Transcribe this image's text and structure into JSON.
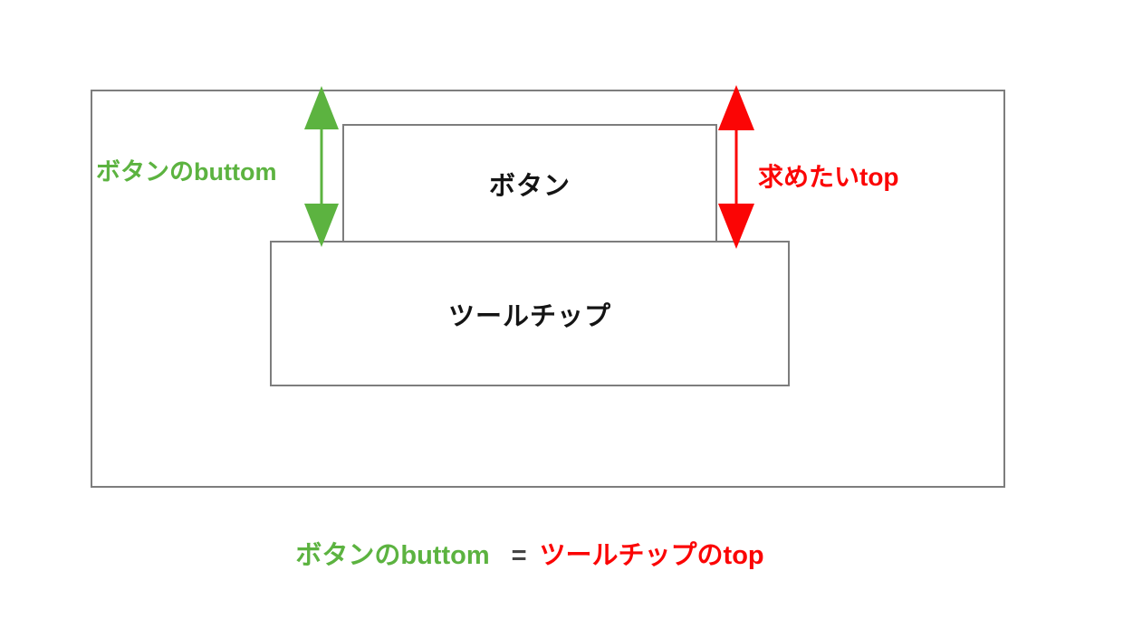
{
  "colors": {
    "green": "#5cb340",
    "red": "#fb0505",
    "border_gray": "#7d7d7d",
    "equals_dark": "#454545",
    "text_black": "#141414"
  },
  "diagram": {
    "button": {
      "label": "ボタン"
    },
    "tooltip": {
      "label": "ツールチップ"
    },
    "green_measure": {
      "label": "ボタンのbuttom"
    },
    "red_measure": {
      "label": "求めたいtop"
    }
  },
  "formula": {
    "left_term": "ボタンのbuttom",
    "equals": "=",
    "right_term": "ツールチップのtop"
  }
}
